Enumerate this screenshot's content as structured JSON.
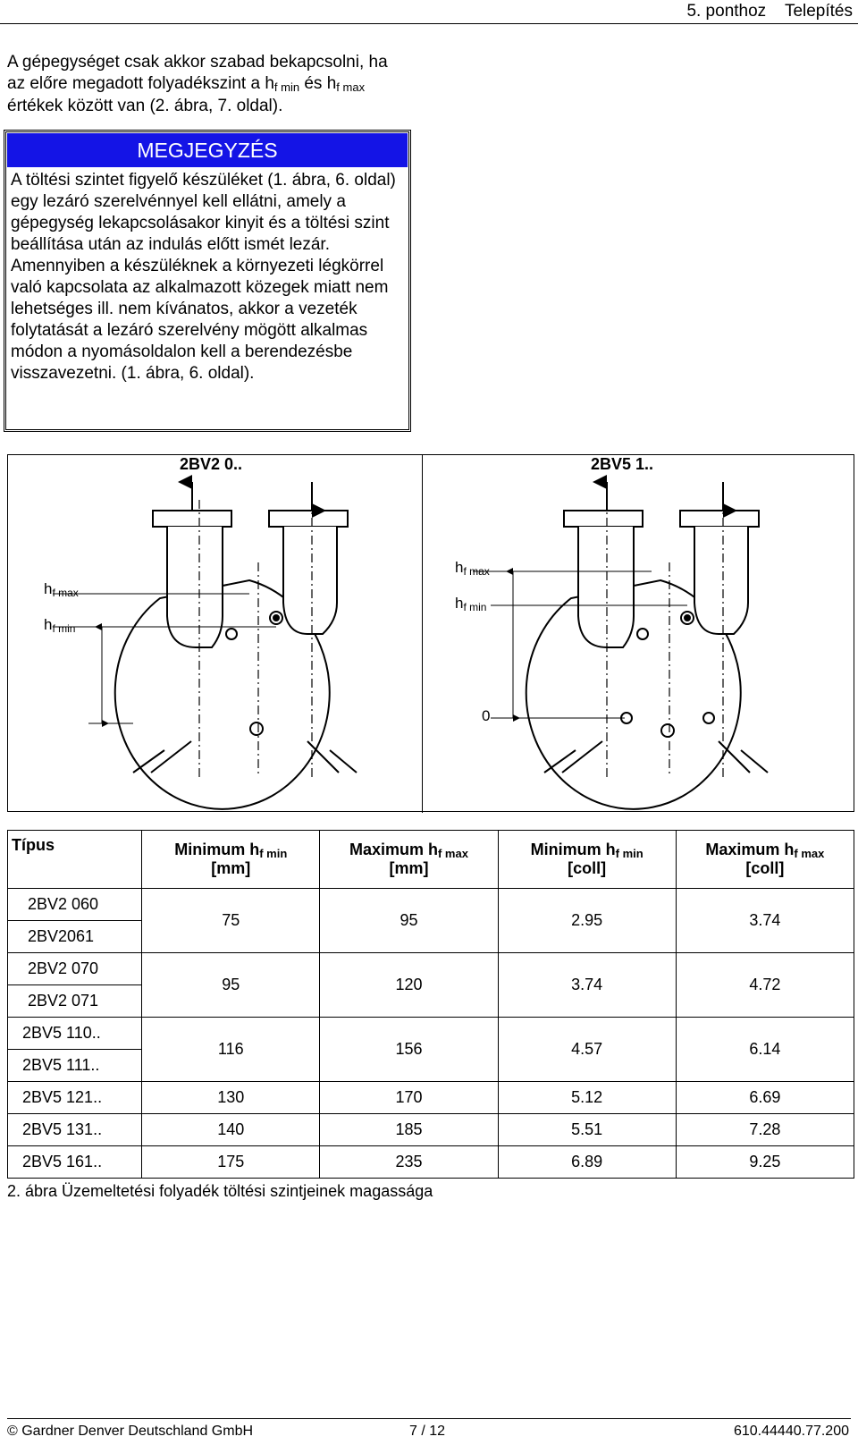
{
  "header": {
    "text": "5. ponthoz    Telepítés"
  },
  "intro": {
    "p1": "A gépegységet csak akkor szabad bekapcsolni, ha az előre megadott folyadékszint a h",
    "sub1": "f min",
    "p2": " és h",
    "sub2": "f max",
    "p3": " értékek között van (2. ábra, 7. oldal)."
  },
  "note": {
    "title": "MEGJEGYZÉS",
    "para1": "A töltési szintet figyelő készüléket (1. ábra, 6. oldal) egy lezáró szerelvénnyel kell ellátni, amely a gépegység lekapcsolásakor kinyit és a töltési szint beállítása után az indulás előtt ismét lezár.",
    "para2": "Amennyiben a készüléknek a környezeti légkörrel való kapcsolata az alkalmazott közegek miatt nem lehetséges ill. nem kívánatos, akkor a vezeték folytatását a lezáró szerelvény mögött alkalmas módon a nyomásoldalon kell a berendezésbe visszavezetni. (1. ábra, 6. oldal)."
  },
  "figure": {
    "left_title": "2BV2 0..",
    "right_title": "2BV5 1..",
    "h_main": "h",
    "sub_max": "f max",
    "sub_min": "f min",
    "zero": "0"
  },
  "table": {
    "headers": [
      {
        "main": "Típus",
        "sub": "",
        "unit": ""
      },
      {
        "main": "Minimum h",
        "sub": "f min",
        "unit": "[mm]"
      },
      {
        "main": "Maximum h",
        "sub": "f max",
        "unit": "[mm]"
      },
      {
        "main": "Minimum h",
        "sub": "f min",
        "unit": "[coll]"
      },
      {
        "main": "Maximum h",
        "sub": "f max",
        "unit": "[coll]"
      }
    ],
    "groups": [
      {
        "types": [
          "2BV2 060",
          "2BV2061"
        ],
        "values": [
          "75",
          "95",
          "2.95",
          "3.74"
        ]
      },
      {
        "types": [
          "2BV2 070",
          "2BV2 071"
        ],
        "values": [
          "95",
          "120",
          "3.74",
          "4.72"
        ]
      },
      {
        "types": [
          "2BV5 110..",
          "2BV5 111.."
        ],
        "values": [
          "116",
          "156",
          "4.57",
          "6.14"
        ]
      },
      {
        "types": [
          "2BV5 121.."
        ],
        "values": [
          "130",
          "170",
          "5.12",
          "6.69"
        ]
      },
      {
        "types": [
          "2BV5 131.."
        ],
        "values": [
          "140",
          "185",
          "5.51",
          "7.28"
        ]
      },
      {
        "types": [
          "2BV5 161.."
        ],
        "values": [
          "175",
          "235",
          "6.89",
          "9.25"
        ]
      }
    ]
  },
  "caption": "2. ábra Üzemeltetési folyadék töltési szintjeinek magassága",
  "footer": {
    "left": "© Gardner Denver Deutschland GmbH",
    "center": "7 / 12",
    "right": "610.44440.77.200"
  }
}
